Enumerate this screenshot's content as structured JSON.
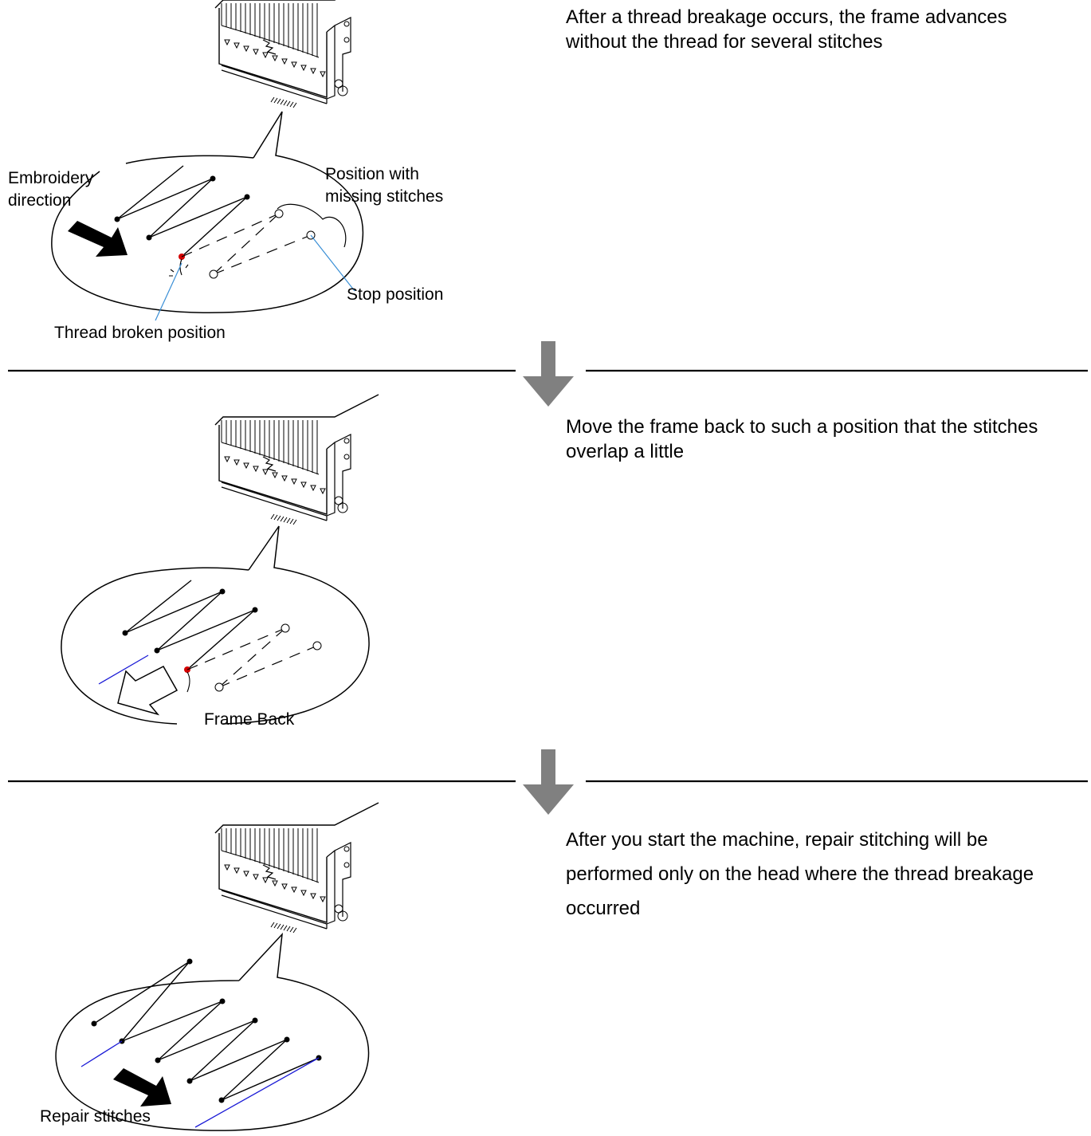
{
  "steps": [
    {
      "description": "After a thread breakage occurs, the frame advances without the thread for several stitches",
      "labels": {
        "embroidery_direction": "Embroidery\ndirection",
        "missing_stitches": "Position with\nmissing stitches",
        "stop_position": "Stop position",
        "thread_broken": "Thread broken position"
      }
    },
    {
      "description": "Move the frame back to such a position that the stitches overlap a little",
      "labels": {
        "frame_back": "Frame Back"
      }
    },
    {
      "description": "After you start the machine, repair stitching will be performed only on the head where the thread breakage occurred",
      "labels": {
        "repair_stitches": "Repair stitches"
      }
    }
  ],
  "colors": {
    "line": "#000000",
    "arrow_gray": "#808080",
    "broken_point": "#d40000",
    "leader": "#3a8fd6",
    "repair": "#1a1ad6"
  },
  "icons": [
    "embroidery-machine-head-icon",
    "down-arrow-icon",
    "direction-arrow-icon",
    "frame-back-arrow-icon"
  ]
}
